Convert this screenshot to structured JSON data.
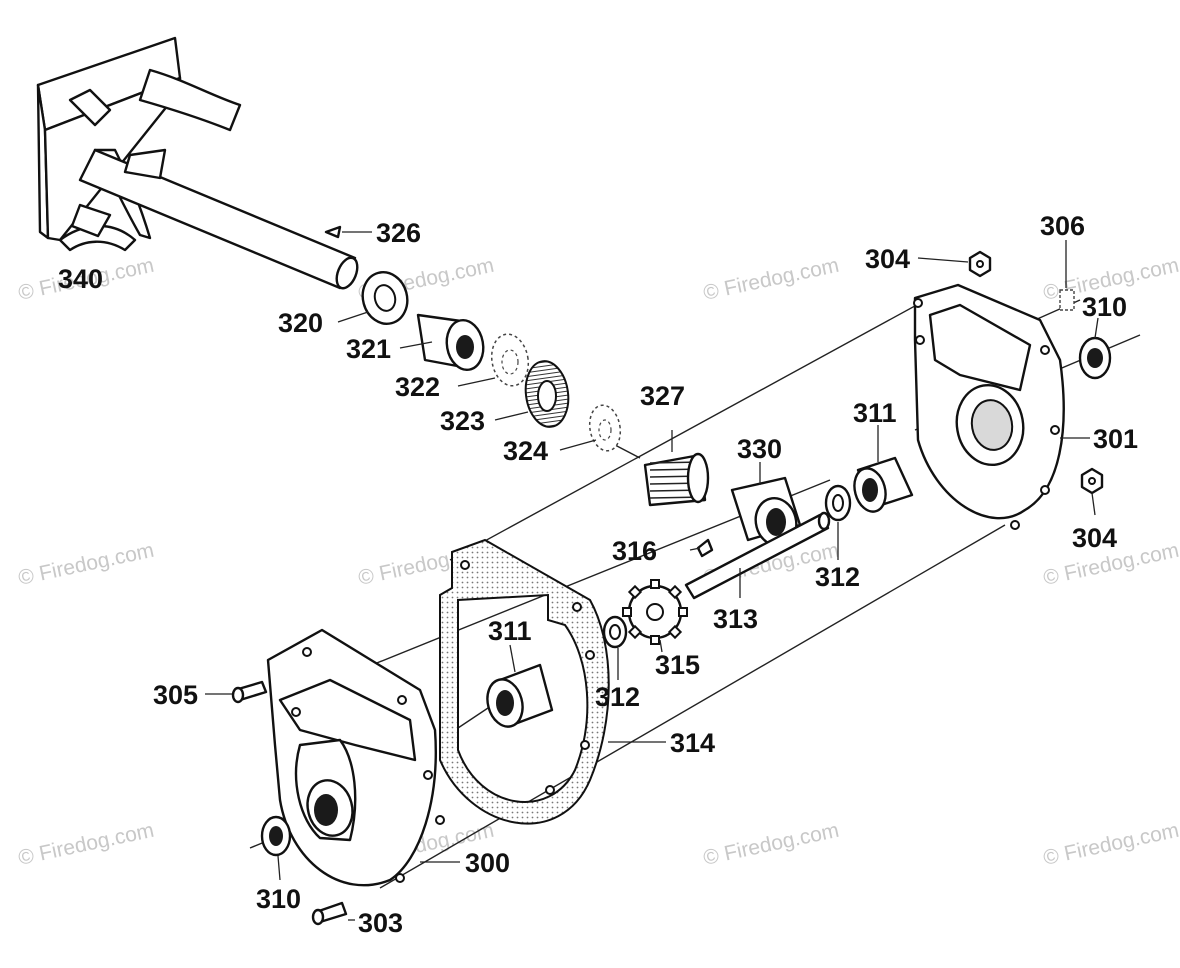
{
  "diagram": {
    "callouts": [
      "326",
      "340",
      "320",
      "321",
      "322",
      "323",
      "324",
      "327",
      "330",
      "316",
      "313",
      "312",
      "311",
      "315",
      "314",
      "305",
      "310",
      "300",
      "303",
      "304",
      "306",
      "301"
    ]
  },
  "watermark": {
    "text": "© Firedog.com"
  },
  "colors": {
    "line": "#111111",
    "watermark": "#c8c8c8",
    "gasket_fill": "#d9d9d9"
  }
}
